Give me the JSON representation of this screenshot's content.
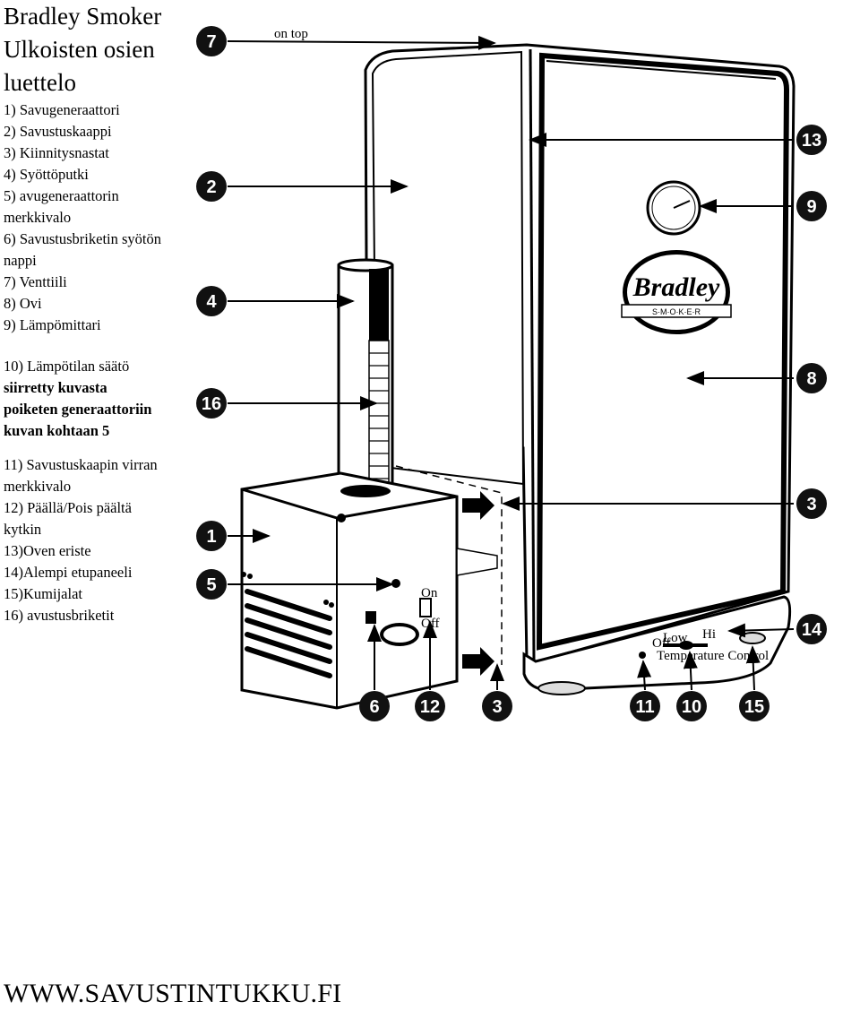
{
  "title": "Bradley Smoker Ulkoisten osien luettelo",
  "items_group1": [
    "1) Savugeneraattori",
    "2) Savustuskaappi",
    "3) Kiinnitysnastat",
    "4) Syöttöputki",
    "5) avugeneraattorin merkkivalo",
    "6) Savustusbriketin syötön nappi",
    "7) Venttiili",
    "8) Ovi",
    "9) Lämpömittari"
  ],
  "item10": {
    "plain": "10) Lämpötilan säätö ",
    "bold": "siirretty kuvasta poiketen generaattoriin kuvan kohtaan 5"
  },
  "items_group2": [
    "11) Savustuskaapin virran merkkivalo",
    "12) Päällä/Pois päältä kytkin",
    "13)Oven eriste",
    "14)Alempi etupaneeli",
    "15)Kumijalat",
    "16) avustusbriketit"
  ],
  "footer": "WWW.SAVUSTINTUKKU.FI",
  "diagram": {
    "on_top_label": "on top",
    "door_logo_text": "Bradley",
    "door_logo_sub": "S·M·O·K·E·R",
    "switch_on": "On",
    "switch_off": "Off",
    "panel_labels": [
      "Off",
      "Low",
      "Temperature Control",
      "Hi"
    ],
    "callouts": [
      "7",
      "13",
      "2",
      "9",
      "4",
      "8",
      "16",
      "3",
      "1",
      "5",
      "14",
      "6",
      "12",
      "3",
      "11",
      "10",
      "15"
    ],
    "colors": {
      "ink": "#000000",
      "callout_fill": "#111111"
    }
  }
}
